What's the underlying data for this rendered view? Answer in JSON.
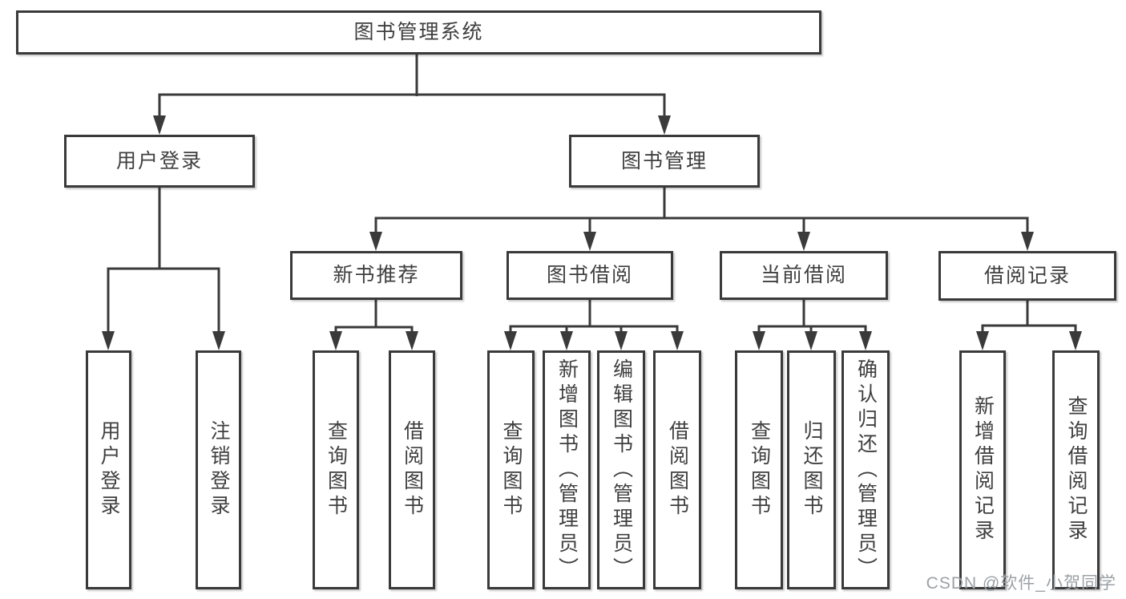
{
  "tree": {
    "label": "图书管理系统",
    "children": [
      {
        "label": "用户登录",
        "children": [
          {
            "label": "用户登录"
          },
          {
            "label": "注销登录"
          }
        ]
      },
      {
        "label": "图书管理",
        "children": [
          {
            "label": "新书推荐",
            "children": [
              {
                "label": "查询图书"
              },
              {
                "label": "借阅图书"
              }
            ]
          },
          {
            "label": "图书借阅",
            "children": [
              {
                "label": "查询图书"
              },
              {
                "label": "新增图书（管理员）"
              },
              {
                "label": "编辑图书（管理员）"
              },
              {
                "label": "借阅图书"
              }
            ]
          },
          {
            "label": "当前借阅",
            "children": [
              {
                "label": "查询图书"
              },
              {
                "label": "归还图书"
              },
              {
                "label": "确认归还（管理员）"
              }
            ]
          },
          {
            "label": "借阅记录",
            "children": [
              {
                "label": "新增借阅记录"
              },
              {
                "label": "查询借阅记录"
              }
            ]
          }
        ]
      }
    ]
  },
  "watermark": {
    "text": "CSDN @软件_小贺同学"
  },
  "colors": {
    "line": "#3a3a3a",
    "text": "#3f3f3f",
    "box_fill": "#ffffff",
    "watermark": "#9ba1a6",
    "background": "#ffffff"
  }
}
